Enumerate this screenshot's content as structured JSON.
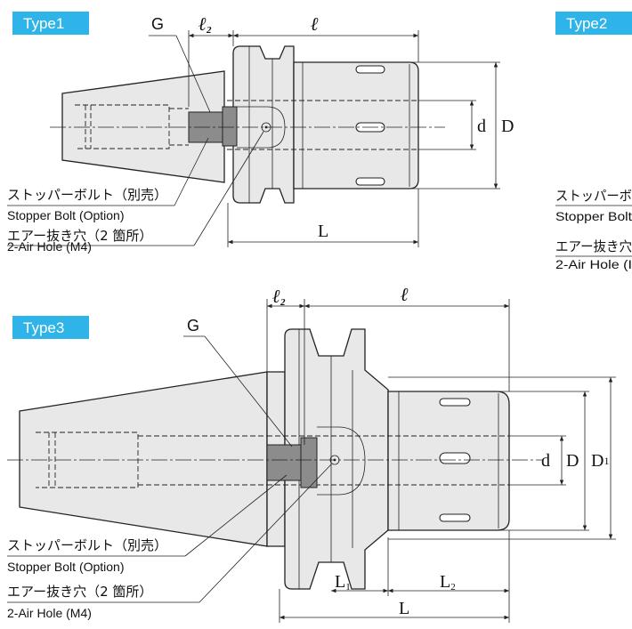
{
  "accent_color": "#2fb4e9",
  "type1": {
    "badge": "Type1",
    "label_G": "G",
    "label_l2": "ℓ",
    "label_l2_sub": "2",
    "label_l": "ℓ",
    "label_d": "d",
    "label_D": "D",
    "label_L": "L",
    "stopper_jp": "ストッパーボルト（別売）",
    "stopper_en": "Stopper Bolt (Option)",
    "air_jp": "エアー抜き穴（2 箇所）",
    "air_en": "2-Air Hole (M4)"
  },
  "type2": {
    "badge": "Type2",
    "stopper_jp": "ストッパーボ",
    "stopper_en": "Stopper Bolt",
    "air_jp": "エアー抜き穴",
    "air_en": "2-Air Hole (I"
  },
  "type3": {
    "badge": "Type3",
    "label_G": "G",
    "label_l2": "ℓ",
    "label_l2_sub": "2",
    "label_l": "ℓ",
    "label_d": "d",
    "label_D": "D",
    "label_D1": "D",
    "label_D1_sub": "1",
    "label_L1": "L",
    "label_L1_sub": "1",
    "label_L2": "L",
    "label_L2_sub": "2",
    "label_L": "L",
    "stopper_jp": "ストッパーボルト（別売）",
    "stopper_en": "Stopper Bolt (Option)",
    "air_jp": "エアー抜き穴（2 箇所）",
    "air_en": "2-Air Hole (M4)"
  }
}
